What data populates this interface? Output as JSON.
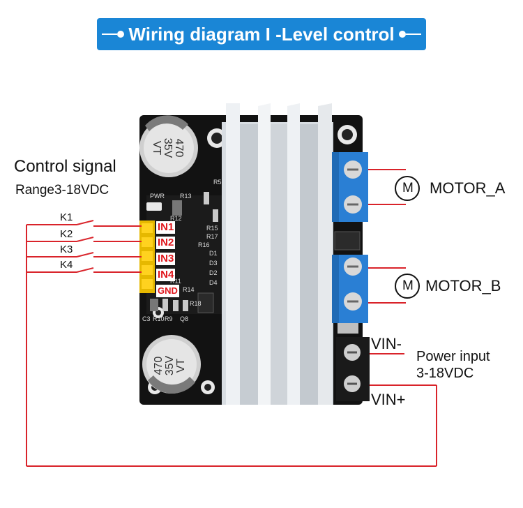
{
  "banner": {
    "title": "Wiring diagram I -Level control"
  },
  "control": {
    "title": "Control signal",
    "range": "Range3-18VDC"
  },
  "switches": [
    "K1",
    "K2",
    "K3",
    "K4"
  ],
  "pins": [
    "IN1",
    "IN2",
    "IN3",
    "IN4",
    "GND"
  ],
  "motors": [
    {
      "symbol": "M",
      "label": "MOTOR_A"
    },
    {
      "symbol": "M",
      "label": "MOTOR_B"
    }
  ],
  "power": {
    "vin_minus": "VIN-",
    "vin_plus": "VIN+",
    "line1": "Power input",
    "line2": "3-18VDC"
  },
  "capacitor": {
    "value": "470",
    "voltage": "35V",
    "series": "VT"
  },
  "silkscreen": [
    "PWR",
    "R13",
    "R5",
    "R15",
    "R17",
    "R16",
    "D1",
    "D3",
    "D2",
    "D4",
    "R14",
    "R18",
    "R12",
    "R11",
    "C3",
    "R10",
    "R9",
    "Q8"
  ],
  "colors": {
    "banner": "#1a86d6",
    "wire": "#d9232a",
    "pin_label": "#e0151b",
    "pcb": "#111111",
    "terminal_blue": "#2a7fd4"
  }
}
